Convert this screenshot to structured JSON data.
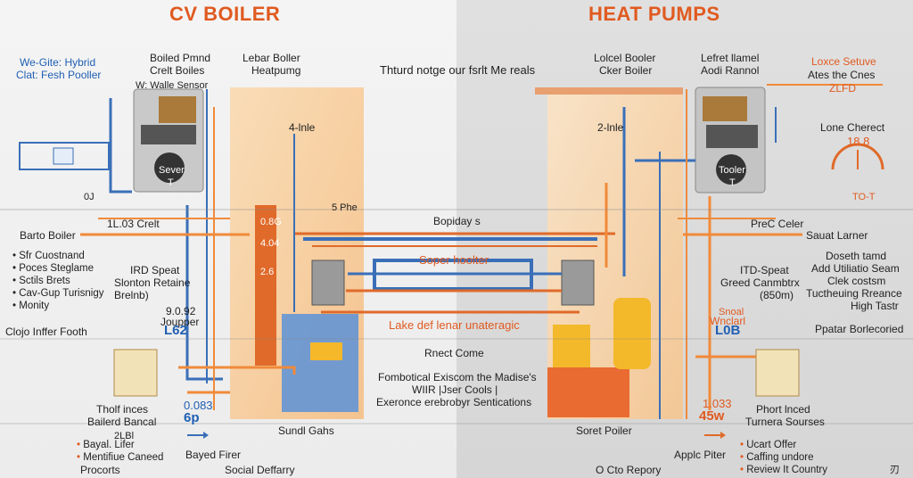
{
  "titles": {
    "left": "CV BOILER",
    "right": "HEAT PUMPS"
  },
  "left": {
    "top_left": [
      "We-Gite: Hybrid",
      "Clat: Fesh Pooller"
    ],
    "boiler_label": [
      "Boiled Pmnd",
      "Crelt Boiles"
    ],
    "boiler_sub": "W: Walle Sensor",
    "lebar": [
      "Lebar Boller",
      "Heatpumg"
    ],
    "tank_label": "4-lnle",
    "unit_label": "Sever",
    "unit_sub": "T",
    "code_left": "0J",
    "crelt": "1L.03 Crelt",
    "barto": "Barto Boiler",
    "tank_vals": [
      "0.8G",
      "4.04",
      "2.6"
    ],
    "list_a": [
      "Sfr Cuostnand",
      "Poces Steglame",
      "Sctils Brets",
      "Cav-Gup Turisnigy",
      "Monity"
    ],
    "irfd": [
      "IRD Speat",
      "Slonton Retaine",
      "Brelnb)"
    ],
    "jouple": [
      "9.0.92",
      "Joupper"
    ],
    "big_num": "L62",
    "clojo": "Clojo Inffer Footh",
    "cob": [
      "Tholf inces",
      "Bailerd Bancal"
    ],
    "cob_vals": [
      "0.083",
      "6p"
    ],
    "small_code": "2LBl",
    "list_b": [
      "Bayal. Lifer",
      "Mentifiue Caneed"
    ],
    "procorts": "Procorts",
    "bayed": "Bayed Firer",
    "social": "Social Deffarry",
    "sundi": "Sundl Gahs"
  },
  "center": {
    "top_text": "Thturd notge our fsrlt Me reals",
    "pipe_top": "Bopiday s",
    "phe": "5 Phe",
    "soper": "Soper hoolter",
    "lake": "Lake def lenar unateragic",
    "rnect": "Rnect Come",
    "fomb": [
      "Fombotical Exiscom the Madise's",
      "WIIR |Jser Cools |",
      "Exeronce erebrobyr Sentications"
    ]
  },
  "right": {
    "lolcel": [
      "Lolcel Booler",
      "Cker Boiler"
    ],
    "lefret": [
      "Lefret llamel",
      "Aodi Rannol"
    ],
    "loxce": [
      "Loxce Setuve",
      "Ates the Cnes"
    ],
    "zlfd": "ZLFD",
    "lone": "Lone Cherect",
    "tank_label": "2-lnle",
    "unit_label": "Tooler",
    "unit_sub": "T",
    "gauge_val": "18.8",
    "to_t": "TO-T",
    "prec": "PreC Celer",
    "sauat": "Sauat Larner",
    "doseth": [
      "Doseth tamd",
      "Add Utiliatio Seam",
      "Clek costsm",
      "Tuctheuing Rreance",
      "High Tastr"
    ],
    "ito": [
      "ITD-Speat",
      "Greed Canmbtrx",
      "(850m)"
    ],
    "snoal": [
      "Snoal",
      "Wnclarl"
    ],
    "lob": "L0B",
    "popar": "Ppatar Borlecoried",
    "phort": [
      "Phort lnced",
      "Turnera Sourses"
    ],
    "pw_vals": [
      "1.033",
      "45w"
    ],
    "list_c": [
      "Ucart Offer",
      "Caffing undore",
      "Review It Country"
    ],
    "soret": "Soret Poiler",
    "applc": "Applc Piter",
    "octo": "O Cto Repory",
    "mark": "刃"
  },
  "colors": {
    "orange": "#e05a20",
    "blue": "#1f5fb3",
    "pipe_orange": "#f08a3a",
    "pipe_blue": "#3a6fb8"
  }
}
